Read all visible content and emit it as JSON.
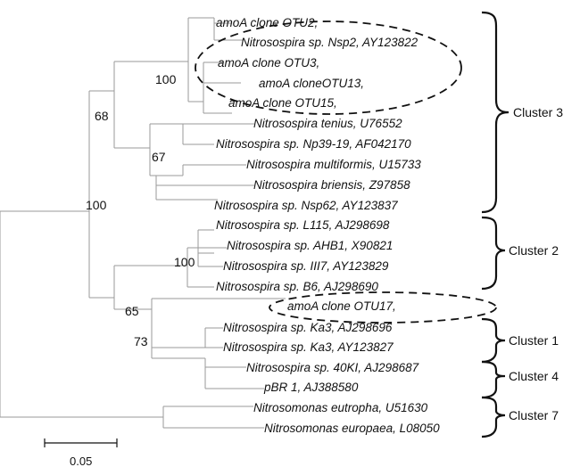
{
  "tree": {
    "leaves": [
      "amoA clone OTU2,",
      "Nitrosospira sp. Nsp2, AY123822",
      "amoA clone OTU3,",
      "amoA cloneOTU13,",
      "amoA clone OTU15,",
      "Nitrosospira tenius, U76552",
      "Nitrosospira sp. Np39-19, AF042170",
      "Nitrosospira multiformis, U15733",
      "Nitrosospira briensis, Z97858",
      "Nitrosospira sp. Nsp62, AY123837",
      "Nitrosospira sp. L115, AJ298698",
      "Nitrosospira sp. AHB1, X90821",
      "Nitrosospira sp. III7, AY123829",
      "Nitrosospira sp. B6, AJ298690",
      "amoA clone OTU17,",
      "Nitrosospira sp. Ka3, AJ298696",
      "Nitrosospira sp. Ka3, AY123827",
      "Nitrosospira sp. 40KI, AJ298687",
      "pBR 1, AJ388580",
      "Nitrosomonas eutropha, U51630",
      "Nitrosomonas europaea, L08050"
    ],
    "bootstrap": [
      "100",
      "68",
      "67",
      "100",
      "100",
      "65",
      "73"
    ],
    "clusters": [
      "Cluster 3",
      "Cluster 2",
      "Cluster 1",
      "Cluster 4",
      "Cluster 7"
    ],
    "scale_label": "0.05"
  }
}
